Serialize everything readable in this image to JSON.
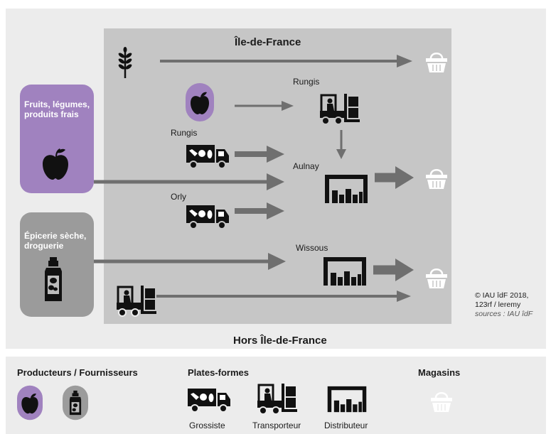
{
  "regions": {
    "inner": "Île-de-France",
    "outer": "Hors Île-de-France"
  },
  "producers": {
    "fruits": "Fruits, légumes, produits frais",
    "epicerie": "Épicerie sèche, droguerie"
  },
  "places": {
    "rungis_wholesale": "Rungis",
    "rungis_carrier": "Rungis",
    "aulnay": "Aulnay",
    "orly": "Orly",
    "wissous": "Wissous"
  },
  "credits": {
    "line1": "© IAU îdF 2018,",
    "line2": "123rf / leremy",
    "line3": "sources : IAU îdF"
  },
  "legend": {
    "producers_title": "Producteurs / Fournisseurs",
    "platforms_title": "Plates-formes",
    "stores_title": "Magasins",
    "grossiste": "Grossiste",
    "transporteur": "Transporteur",
    "distributeur": "Distributeur"
  },
  "colors": {
    "outer_bg": "#ececec",
    "inner_bg": "#c6c6c6",
    "fruits": "#a082bf",
    "epicerie": "#9b9b9b",
    "arrow": "#6f6f6f",
    "basket": "#ffffff"
  }
}
